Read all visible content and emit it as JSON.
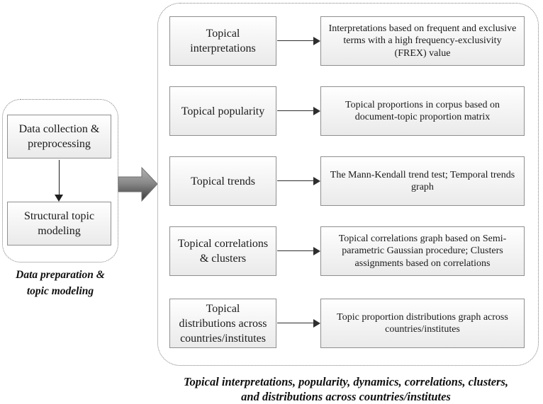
{
  "pipeline": {
    "steps": [
      {
        "label": "Data collection & preprocessing"
      },
      {
        "label": "Structural topic modeling"
      }
    ],
    "caption_lines": [
      "Data preparation &",
      "topic modeling"
    ]
  },
  "analysis": {
    "rows": [
      {
        "label": "Topical interpretations",
        "description": "Interpretations based on frequent and exclusive terms with a high frequency-exclusivity (FREX) value"
      },
      {
        "label": "Topical popularity",
        "description": "Topical proportions in corpus based on document-topic proportion matrix"
      },
      {
        "label": "Topical trends",
        "description": "The Mann-Kendall trend test; Temporal trends graph"
      },
      {
        "label": "Topical correlations & clusters",
        "description": "Topical correlations graph based on Semi-parametric Gaussian procedure; Clusters assignments based on correlations"
      },
      {
        "label": "Topical distributions across countries/institutes",
        "description": "Topic proportion distributions graph across countries/institutes"
      }
    ],
    "caption_lines": [
      "Topical interpretations,  popularity, dynamics, correlations, clusters,",
      "and distributions across countries/institutes"
    ]
  },
  "colors": {
    "box_border": "#8f8f8f",
    "box_fill_top": "#ffffff",
    "box_fill_bottom": "#eaeaea",
    "dashed_border": "#7d7d7d",
    "arrow_dark": "#3a3a3a",
    "arrow_light": "#ababab",
    "text": "#1a1a1a"
  }
}
